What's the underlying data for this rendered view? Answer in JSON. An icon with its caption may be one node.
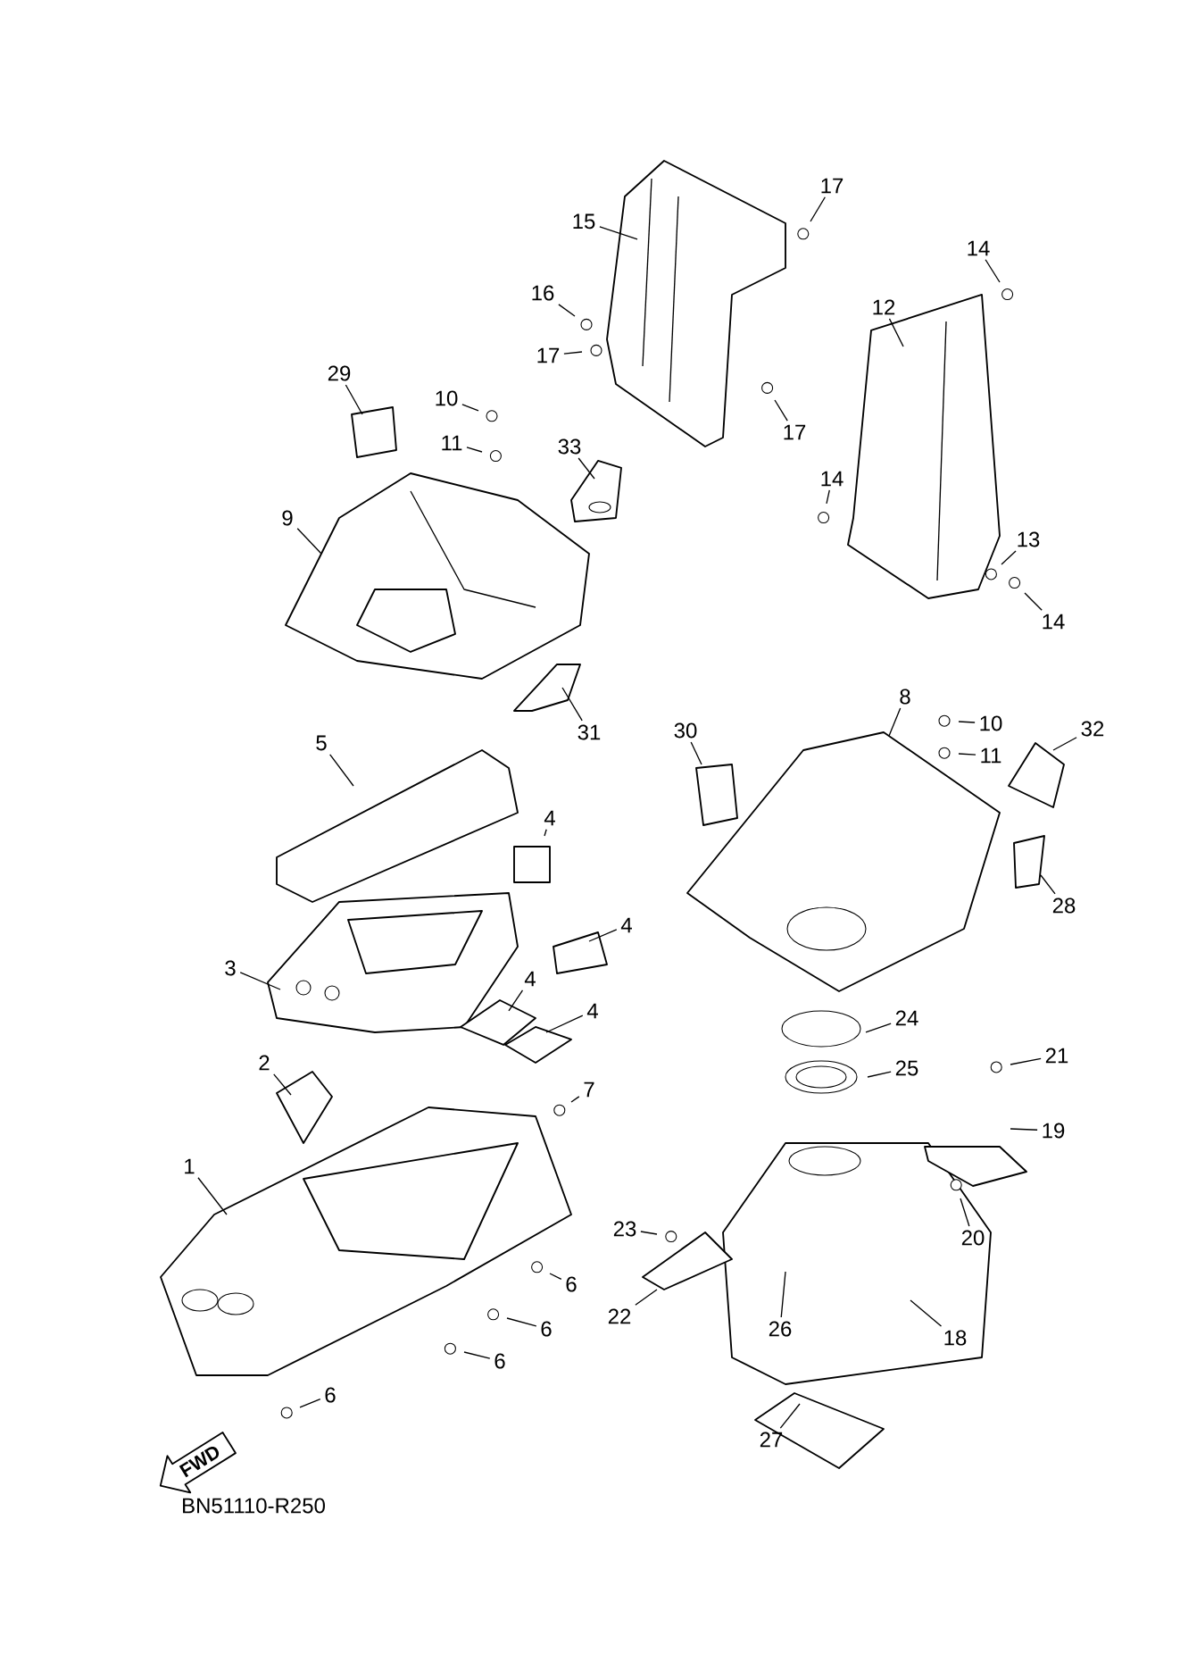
{
  "diagram": {
    "nodes": [
      {
        "text": [
          "17"
        ]
      },
      {
        "text": [
          "15"
        ]
      },
      {
        "text": [
          "14"
        ]
      },
      {
        "text": [
          "12"
        ]
      },
      {
        "text": [
          "16"
        ]
      },
      {
        "text": [
          "17"
        ]
      },
      {
        "text": [
          "29"
        ]
      },
      {
        "text": [
          "10"
        ]
      },
      {
        "text": [
          "17"
        ]
      },
      {
        "text": [
          "11"
        ]
      },
      {
        "text": [
          "33"
        ]
      },
      {
        "text": [
          "14"
        ]
      },
      {
        "text": [
          "9"
        ]
      },
      {
        "text": [
          "13"
        ]
      },
      {
        "text": [
          "14"
        ]
      },
      {
        "text": [
          "8"
        ]
      },
      {
        "text": [
          "10"
        ]
      },
      {
        "text": [
          "31"
        ]
      },
      {
        "text": [
          "30"
        ]
      },
      {
        "text": [
          "11"
        ]
      },
      {
        "text": [
          "32"
        ]
      },
      {
        "text": [
          "5"
        ]
      },
      {
        "text": [
          "4"
        ]
      },
      {
        "text": [
          "28"
        ]
      },
      {
        "text": [
          "4"
        ]
      },
      {
        "text": [
          "3"
        ]
      },
      {
        "text": [
          "4"
        ]
      },
      {
        "text": [
          "4"
        ]
      },
      {
        "text": [
          "24"
        ]
      },
      {
        "text": [
          "21"
        ]
      },
      {
        "text": [
          "2"
        ]
      },
      {
        "text": [
          "25"
        ]
      },
      {
        "text": [
          "7"
        ]
      },
      {
        "text": [
          "19"
        ]
      },
      {
        "text": [
          "1"
        ]
      },
      {
        "text": [
          "23"
        ]
      },
      {
        "text": [
          "20"
        ]
      },
      {
        "text": [
          "6"
        ]
      },
      {
        "text": [
          "22"
        ]
      },
      {
        "text": [
          "26"
        ]
      },
      {
        "text": [
          "6"
        ]
      },
      {
        "text": [
          "18"
        ]
      },
      {
        "text": [
          "6"
        ]
      },
      {
        "text": [
          "6"
        ]
      },
      {
        "text": [
          "27"
        ]
      },
      {
        "text": [
          "FWD"
        ]
      }
    ],
    "edges": [
      {
        "from": 0,
        "to": null,
        "arrow": "none"
      },
      {
        "from": 1,
        "to": null,
        "arrow": "none"
      },
      {
        "from": 2,
        "to": null,
        "arrow": "none"
      },
      {
        "from": 3,
        "to": null,
        "arrow": "none"
      },
      {
        "from": 4,
        "to": null,
        "arrow": "none"
      },
      {
        "from": 5,
        "to": null,
        "arrow": "none"
      },
      {
        "from": 6,
        "to": null,
        "arrow": "none"
      },
      {
        "from": 7,
        "to": null,
        "arrow": "none"
      },
      {
        "from": 8,
        "to": null,
        "arrow": "none"
      },
      {
        "from": 9,
        "to": null,
        "arrow": "none"
      },
      {
        "from": 10,
        "to": null,
        "arrow": "none"
      },
      {
        "from": 11,
        "to": null,
        "arrow": "none"
      },
      {
        "from": 12,
        "to": null,
        "arrow": "none"
      },
      {
        "from": 13,
        "to": null,
        "arrow": "none"
      },
      {
        "from": 14,
        "to": null,
        "arrow": "none"
      },
      {
        "from": 15,
        "to": null,
        "arrow": "none"
      },
      {
        "from": 16,
        "to": null,
        "arrow": "none"
      },
      {
        "from": 17,
        "to": null,
        "arrow": "none"
      },
      {
        "from": 18,
        "to": null,
        "arrow": "none"
      },
      {
        "from": 19,
        "to": null,
        "arrow": "none"
      },
      {
        "from": 20,
        "to": null,
        "arrow": "none"
      },
      {
        "from": 21,
        "to": null,
        "arrow": "none"
      },
      {
        "from": 22,
        "to": null,
        "arrow": "none"
      },
      {
        "from": 23,
        "to": null,
        "arrow": "none"
      },
      {
        "from": 24,
        "to": null,
        "arrow": "none"
      },
      {
        "from": 25,
        "to": null,
        "arrow": "none"
      },
      {
        "from": 26,
        "to": null,
        "arrow": "none"
      },
      {
        "from": 27,
        "to": null,
        "arrow": "none"
      },
      {
        "from": 28,
        "to": null,
        "arrow": "none"
      },
      {
        "from": 29,
        "to": null,
        "arrow": "none"
      },
      {
        "from": 30,
        "to": null,
        "arrow": "none"
      },
      {
        "from": 31,
        "to": null,
        "arrow": "none"
      },
      {
        "from": 32,
        "to": null,
        "arrow": "none"
      },
      {
        "from": 33,
        "to": null,
        "arrow": "none"
      },
      {
        "from": 34,
        "to": null,
        "arrow": "none"
      },
      {
        "from": 35,
        "to": null,
        "arrow": "none"
      },
      {
        "from": 36,
        "to": null,
        "arrow": "none"
      },
      {
        "from": 37,
        "to": null,
        "arrow": "none"
      },
      {
        "from": 38,
        "to": null,
        "arrow": "none"
      },
      {
        "from": 39,
        "to": null,
        "arrow": "none"
      },
      {
        "from": 40,
        "to": null,
        "arrow": "none"
      },
      {
        "from": 41,
        "to": null,
        "arrow": "none"
      },
      {
        "from": 42,
        "to": null,
        "arrow": "none"
      },
      {
        "from": 43,
        "to": null,
        "arrow": "none"
      },
      {
        "from": 44,
        "to": null,
        "arrow": "none"
      }
    ],
    "labels": [
      "BN51110-R250"
    ]
  }
}
